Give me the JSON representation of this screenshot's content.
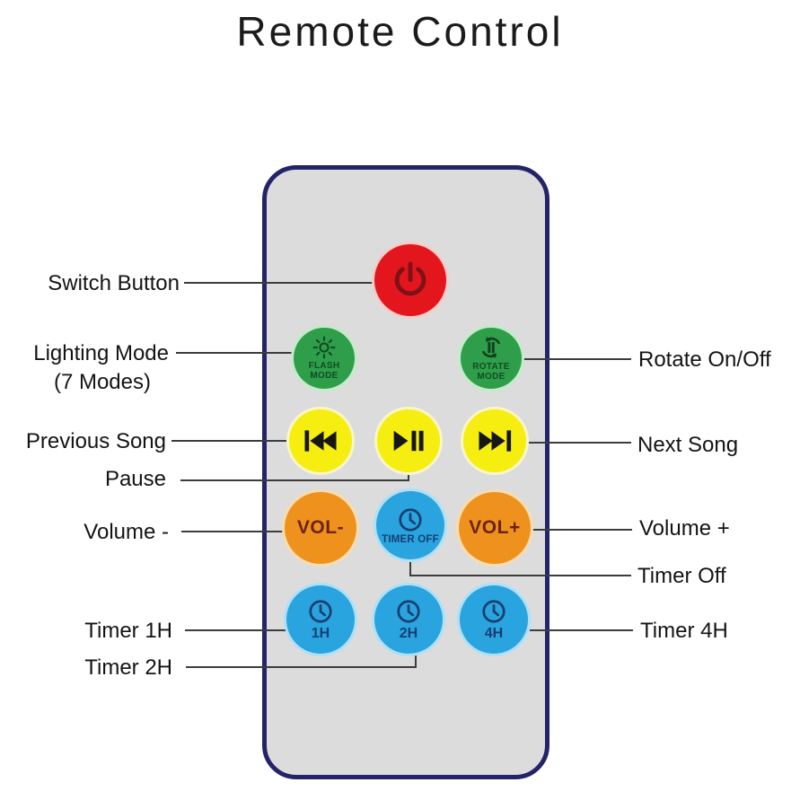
{
  "title": "Remote Control",
  "annotations": {
    "switch": "Switch Button",
    "lighting1": "Lighting Mode",
    "lighting2": "(7 Modes)",
    "previous": "Previous Song",
    "pause": "Pause",
    "volume_minus": "Volume -",
    "timer_1h": "Timer 1H",
    "timer_2h": "Timer 2H",
    "rotate": "Rotate On/Off",
    "next": "Next Song",
    "volume_plus": "Volume +",
    "timer_off": "Timer Off",
    "timer_4h": "Timer 4H"
  },
  "buttons": {
    "flash_line1": "FLASH",
    "flash_line2": "MODE",
    "rotate_line1": "ROTATE",
    "rotate_line2": "MODE",
    "vol_minus": "VOL-",
    "vol_plus": "VOL+",
    "timer_off": "TIMER OFF",
    "timer_1h": "1H",
    "timer_2h": "2H",
    "timer_4h": "4H"
  },
  "icons": {
    "power-icon": "⏻",
    "sun-icon": "☀",
    "rotate-icon": "⟳",
    "previous-icon": "⏮",
    "play-pause-icon": "⏯",
    "next-icon": "⏭",
    "clock-icon": "🕓"
  },
  "colors": {
    "power_red": "#e3161d",
    "mode_green": "#2f9e4a",
    "media_yellow": "#f5ee10",
    "volume_orange": "#ef921d",
    "timer_blue": "#2aa4de",
    "remote_body": "#dcdcdd",
    "remote_border": "#23236a",
    "connector": "#3c3c3c"
  }
}
